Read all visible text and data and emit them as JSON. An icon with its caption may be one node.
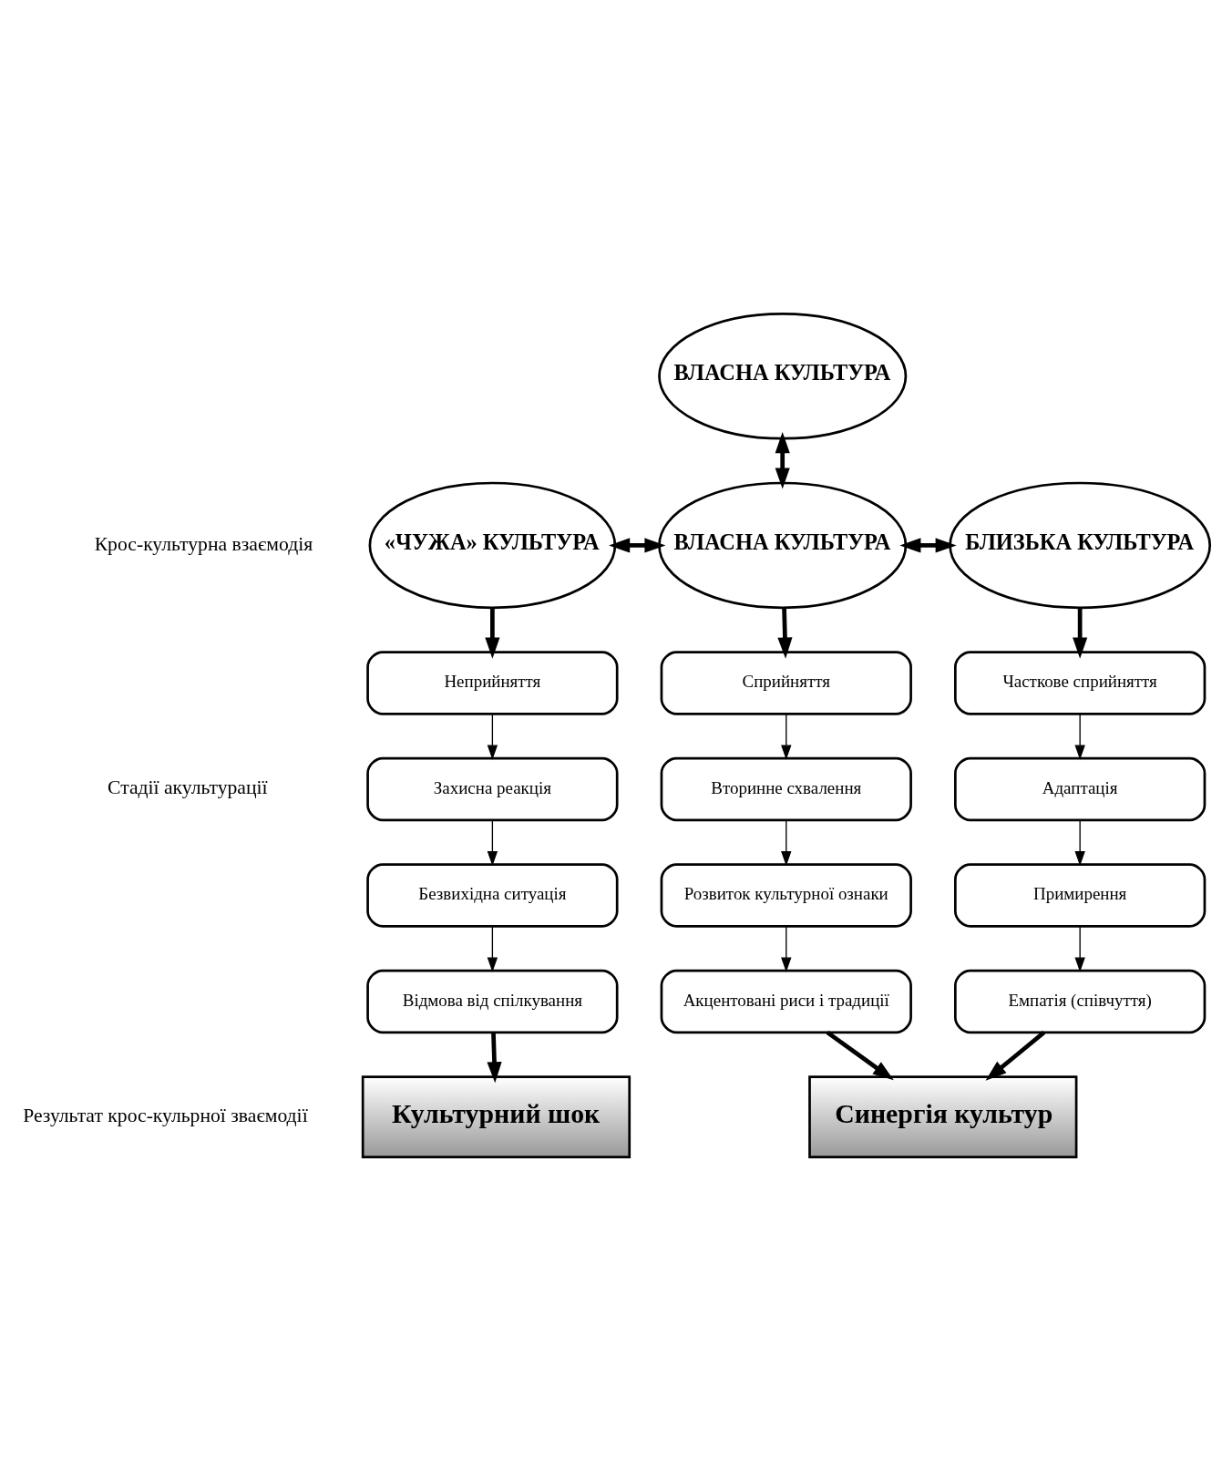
{
  "diagram": {
    "nodes": [
      {
        "text": [
          "ВЛАСНА КУЛЬТУРА"
        ]
      },
      {
        "text": [
          "«ЧУЖА» КУЛЬТУРА"
        ]
      },
      {
        "text": [
          "ВЛАСНА КУЛЬТУРА"
        ]
      },
      {
        "text": [
          "БЛИЗЬКА КУЛЬТУРА"
        ]
      },
      {
        "text": [
          "Неприйняття"
        ]
      },
      {
        "text": [
          "Захисна реакція"
        ]
      },
      {
        "text": [
          "Безвихідна ситуація"
        ]
      },
      {
        "text": [
          "Відмова від спілкування"
        ]
      },
      {
        "text": [
          "Сприйняття"
        ]
      },
      {
        "text": [
          "Вторинне схвалення"
        ]
      },
      {
        "text": [
          "Розвиток культурної ознаки"
        ]
      },
      {
        "text": [
          "Акцентовані риси і традиції"
        ]
      },
      {
        "text": [
          "Часткове сприйняття"
        ]
      },
      {
        "text": [
          "Адаптація"
        ]
      },
      {
        "text": [
          "Примирення"
        ]
      },
      {
        "text": [
          "Емпатія (співчуття)"
        ]
      },
      {
        "text": [
          "Культурний шок"
        ]
      },
      {
        "text": [
          "Синергія культур"
        ]
      }
    ],
    "edges": [
      {
        "from": 0,
        "to": 2,
        "arrow": "both",
        "style": "thick"
      },
      {
        "from": 1,
        "to": 2,
        "arrow": "both",
        "style": "thick"
      },
      {
        "from": 2,
        "to": 3,
        "arrow": "both",
        "style": "thick"
      },
      {
        "from": 1,
        "to": 4,
        "arrow": "to",
        "style": "thick"
      },
      {
        "from": 2,
        "to": 8,
        "arrow": "to",
        "style": "thick"
      },
      {
        "from": 3,
        "to": 12,
        "arrow": "to",
        "style": "thick"
      },
      {
        "from": 4,
        "to": 5,
        "arrow": "to"
      },
      {
        "from": 5,
        "to": 6,
        "arrow": "to"
      },
      {
        "from": 6,
        "to": 7,
        "arrow": "to"
      },
      {
        "from": 8,
        "to": 9,
        "arrow": "to"
      },
      {
        "from": 9,
        "to": 10,
        "arrow": "to"
      },
      {
        "from": 10,
        "to": 11,
        "arrow": "to"
      },
      {
        "from": 12,
        "to": 13,
        "arrow": "to"
      },
      {
        "from": 13,
        "to": 14,
        "arrow": "to"
      },
      {
        "from": 14,
        "to": 15,
        "arrow": "to"
      },
      {
        "from": 7,
        "to": 16,
        "arrow": "to",
        "style": "thick"
      },
      {
        "from": 11,
        "to": 17,
        "arrow": "to",
        "style": "thick"
      },
      {
        "from": 15,
        "to": 17,
        "arrow": "to",
        "style": "thick"
      }
    ],
    "labels": [
      "Крос-культурна взаємодія",
      "Стадії акультурації",
      "Результат крос-кульрної зваємодії"
    ]
  }
}
